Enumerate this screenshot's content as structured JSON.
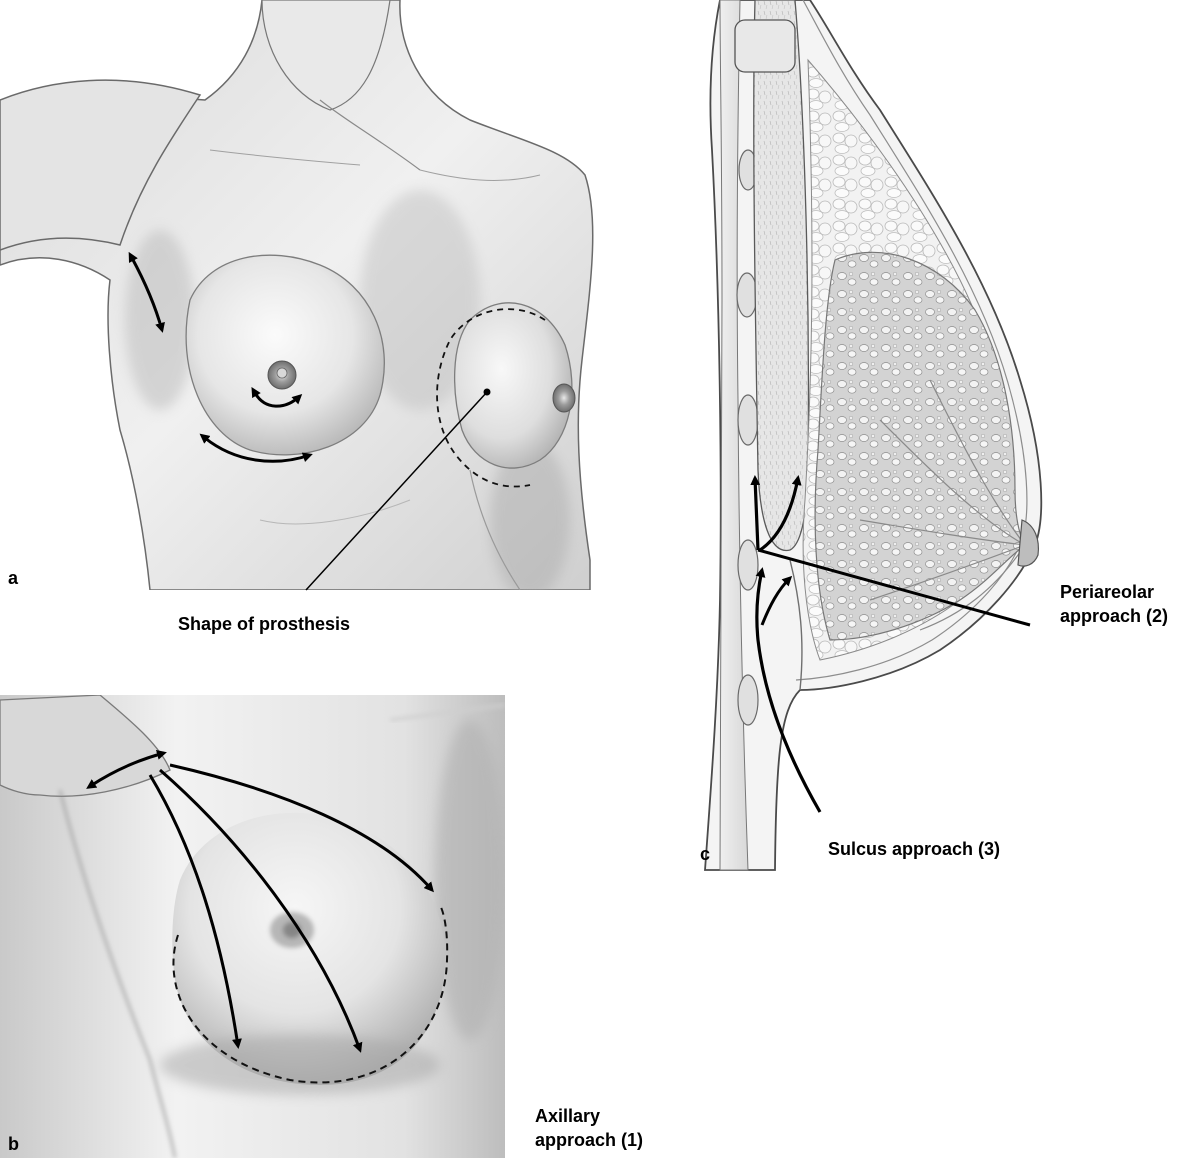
{
  "panels": {
    "a": {
      "letter": "a",
      "callout": "Shape of prosthesis"
    },
    "b": {
      "letter": "b",
      "callout_line1": "Axillary",
      "callout_line2": "approach (1)"
    },
    "c": {
      "letter": "c",
      "periareolar_line1": "Periareolar",
      "periareolar_line2": "approach (2)",
      "sulcus": "Sulcus approach (3)"
    }
  },
  "icons": {
    "incision_arrow": "double-headed-arrow-icon",
    "path_arrow": "arrow-icon"
  },
  "colors": {
    "skin_light": "#f4f4f4",
    "skin_mid": "#d6d6d6",
    "skin_dark": "#9a9a9a",
    "outline": "#555555",
    "ink": "#000000",
    "fat_lobule": "#ececec",
    "gland": "#cfcfcf"
  }
}
